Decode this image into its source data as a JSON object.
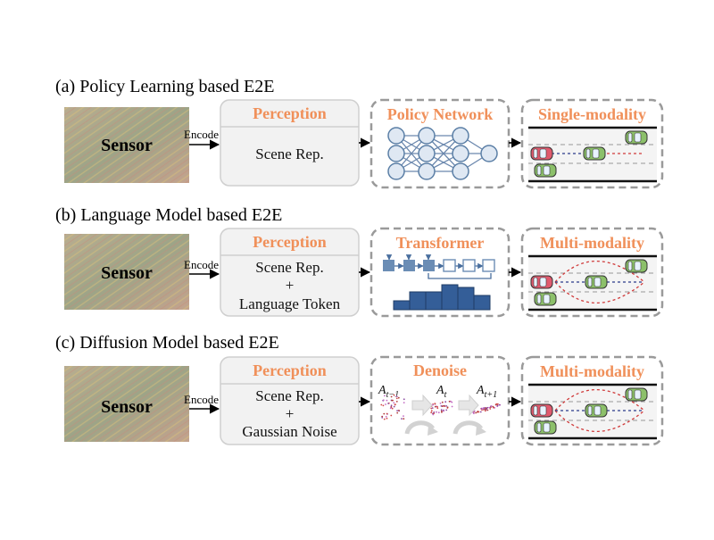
{
  "rows": [
    {
      "title": "(a) Policy Learning based E2E",
      "sensor": "Sensor",
      "encode": "Encode",
      "perception": {
        "title": "Perception",
        "line1": "Scene Rep.",
        "plus": "",
        "line2": ""
      },
      "model": {
        "title": "Policy Network"
      },
      "output": {
        "title": "Single-modality"
      }
    },
    {
      "title": "(b) Language Model based E2E",
      "sensor": "Sensor",
      "encode": "Encode",
      "perception": {
        "title": "Perception",
        "line1": "Scene Rep.",
        "plus": "+",
        "line2": "Language Token"
      },
      "model": {
        "title": "Transformer"
      },
      "output": {
        "title": "Multi-modality"
      }
    },
    {
      "title": "(c) Diffusion Model based E2E",
      "sensor": "Sensor",
      "encode": "Encode",
      "perception": {
        "title": "Perception",
        "line1": "Scene Rep.",
        "plus": "+",
        "line2": "Gaussian Noise"
      },
      "model": {
        "title": "Denoise",
        "labels": [
          {
            "base": "A",
            "sub": "t−1"
          },
          {
            "base": "A",
            "sub": "t"
          },
          {
            "base": "A",
            "sub": "t+1"
          }
        ]
      },
      "output": {
        "title": "Multi-modality"
      }
    }
  ],
  "colors": {
    "accent_orange": "#f0905a",
    "box_fill": "#f2f2f2",
    "box_border": "#cfcfcf",
    "dashed_border": "#9a9a9a",
    "node_blue": "#5b7fa6",
    "bar_blue": "#345e98",
    "car_red": "#e05a6e",
    "car_green": "#8cc06a"
  }
}
